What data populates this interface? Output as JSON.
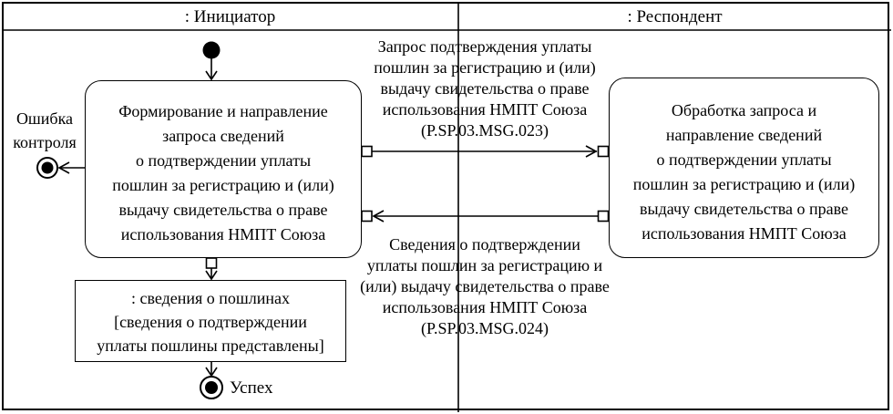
{
  "diagram": {
    "colors": {
      "line": "#000000",
      "background": "#ffffff"
    },
    "lanes": [
      {
        "label": ": Инициатор"
      },
      {
        "label": ": Респондент"
      }
    ],
    "initiator": {
      "activity": {
        "lines": [
          "Формирование и направление",
          "запроса сведений",
          "о подтверждении уплаты",
          "пошлин за регистрацию и (или)",
          "выдачу свидетельства о праве",
          "использования НМПТ Союза"
        ]
      },
      "error_label": {
        "lines": [
          "Ошибка",
          "контроля"
        ]
      },
      "object_box": {
        "lines": [
          ": сведения о пошлинах",
          "[сведения о подтверждении",
          "уплаты пошлины представлены]"
        ]
      },
      "success_label": "Успех"
    },
    "respondent": {
      "activity": {
        "lines": [
          "Обработка запроса и",
          "направление сведений",
          "о подтверждении уплаты",
          "пошлин за регистрацию и (или)",
          "выдачу свидетельства о праве",
          "использования НМПТ Союза"
        ]
      }
    },
    "messages": {
      "request": {
        "lines": [
          "Запрос подтверждения уплаты",
          "пошлин за регистрацию и (или)",
          "выдачу свидетельства о праве",
          "использования НМПТ Союза",
          "(P.SP.03.MSG.023)"
        ]
      },
      "response": {
        "lines": [
          "Сведения о подтверждении",
          "уплаты пошлин за регистрацию и",
          "(или) выдачу свидетельства о праве",
          "использования НМПТ Союза",
          "(P.SP.03.MSG.024)"
        ]
      }
    }
  }
}
